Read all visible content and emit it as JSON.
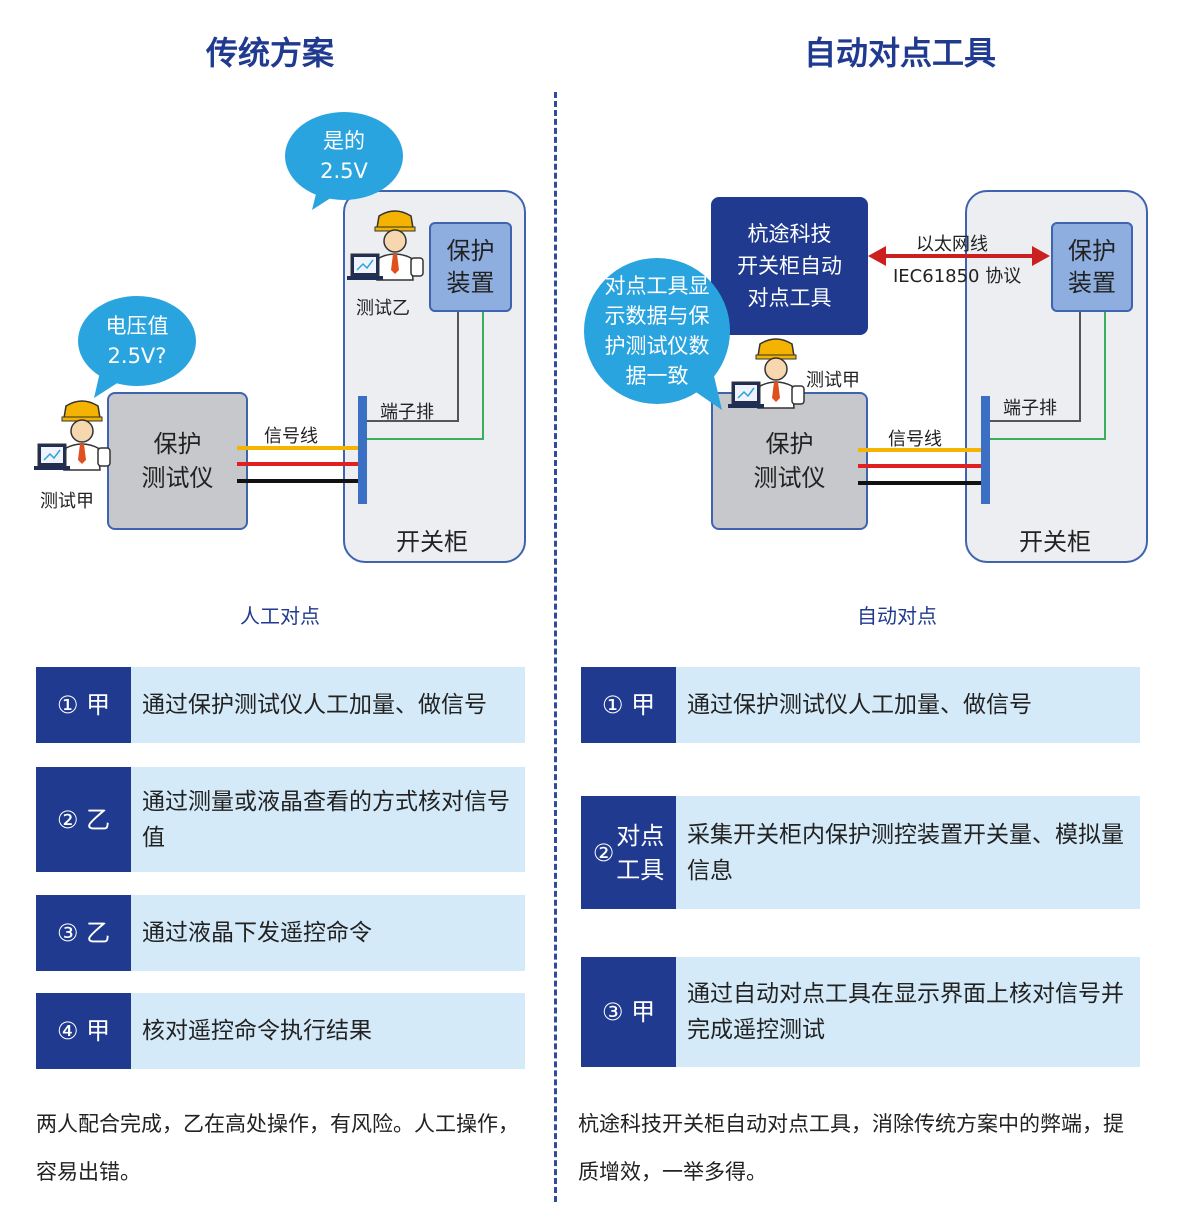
{
  "left": {
    "title": "传统方案",
    "caption": "人工对点",
    "bubble_top": "是的\n2.5V",
    "bubble_left": "电压值\n2.5V?",
    "tester_a": "测试甲",
    "tester_b": "测试乙",
    "device": "保护\n测试仪",
    "protection": "保护\n装置",
    "terminal": "端子排",
    "signal": "信号线",
    "cabinet": "开关柜",
    "steps": [
      {
        "num": "① 甲",
        "text": "通过保护测试仪人工加量、做信号"
      },
      {
        "num": "② 乙",
        "text": "通过测量或液晶查看的方式核对信号值"
      },
      {
        "num": "③ 乙",
        "text": "通过液晶下发遥控命令"
      },
      {
        "num": "④ 甲",
        "text": "核对遥控命令执行结果"
      }
    ],
    "summary": "两人配合完成，乙在高处操作，有风险。人工操作，容易出错。"
  },
  "right": {
    "title": "自动对点工具",
    "caption": "自动对点",
    "tool": "杭途科技\n开关柜自动\n对点工具",
    "ethernet": "以太网线",
    "protocol": "IEC61850 协议",
    "bubble": "对点工具显\n示数据与保\n护测试仪数\n据一致",
    "tester_a": "测试甲",
    "device": "保护\n测试仪",
    "protection": "保护\n装置",
    "terminal": "端子排",
    "signal": "信号线",
    "cabinet": "开关柜",
    "steps": [
      {
        "num": "① 甲",
        "text": "通过保护测试仪人工加量、做信号"
      },
      {
        "num_circle": "②",
        "num_label": "对点\n工具",
        "text": "采集开关柜内保护测控装置开关量、模拟量信息"
      },
      {
        "num": "③ 甲",
        "text": "通过自动对点工具在显示界面上核对信号并完成遥控测试"
      }
    ],
    "summary": "杭途科技开关柜自动对点工具，消除传统方案中的弊端，提质增效，一举多得。"
  },
  "colors": {
    "brand": "#1f3a8f",
    "bubble": "#2aa4df",
    "step_bg": "#d4eaf8",
    "wire_yellow": "#f5b400",
    "wire_red": "#e02020",
    "wire_black": "#111111",
    "wire_green": "#3aae5a",
    "wire_gray": "#555555",
    "ethernet_red": "#cc1f1f"
  },
  "icons": [
    "engineer-icon",
    "laptop-icon",
    "speech-bubble",
    "double-arrow-icon"
  ]
}
